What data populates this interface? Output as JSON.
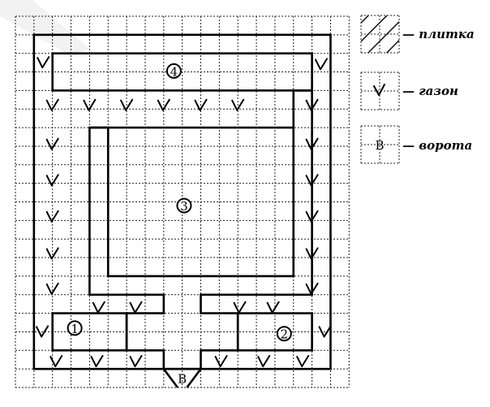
{
  "diagram": {
    "areas": [
      {
        "id": "1",
        "label": "1"
      },
      {
        "id": "2",
        "label": "2"
      },
      {
        "id": "3",
        "label": "3"
      },
      {
        "id": "4",
        "label": "4"
      }
    ],
    "gate_label": "В",
    "legend": [
      {
        "symbol": "hatch",
        "text": "— плитка"
      },
      {
        "symbol": "check",
        "text": "— газон"
      },
      {
        "symbol": "gate",
        "text": "— ворота",
        "symbol_label": "В"
      }
    ]
  }
}
